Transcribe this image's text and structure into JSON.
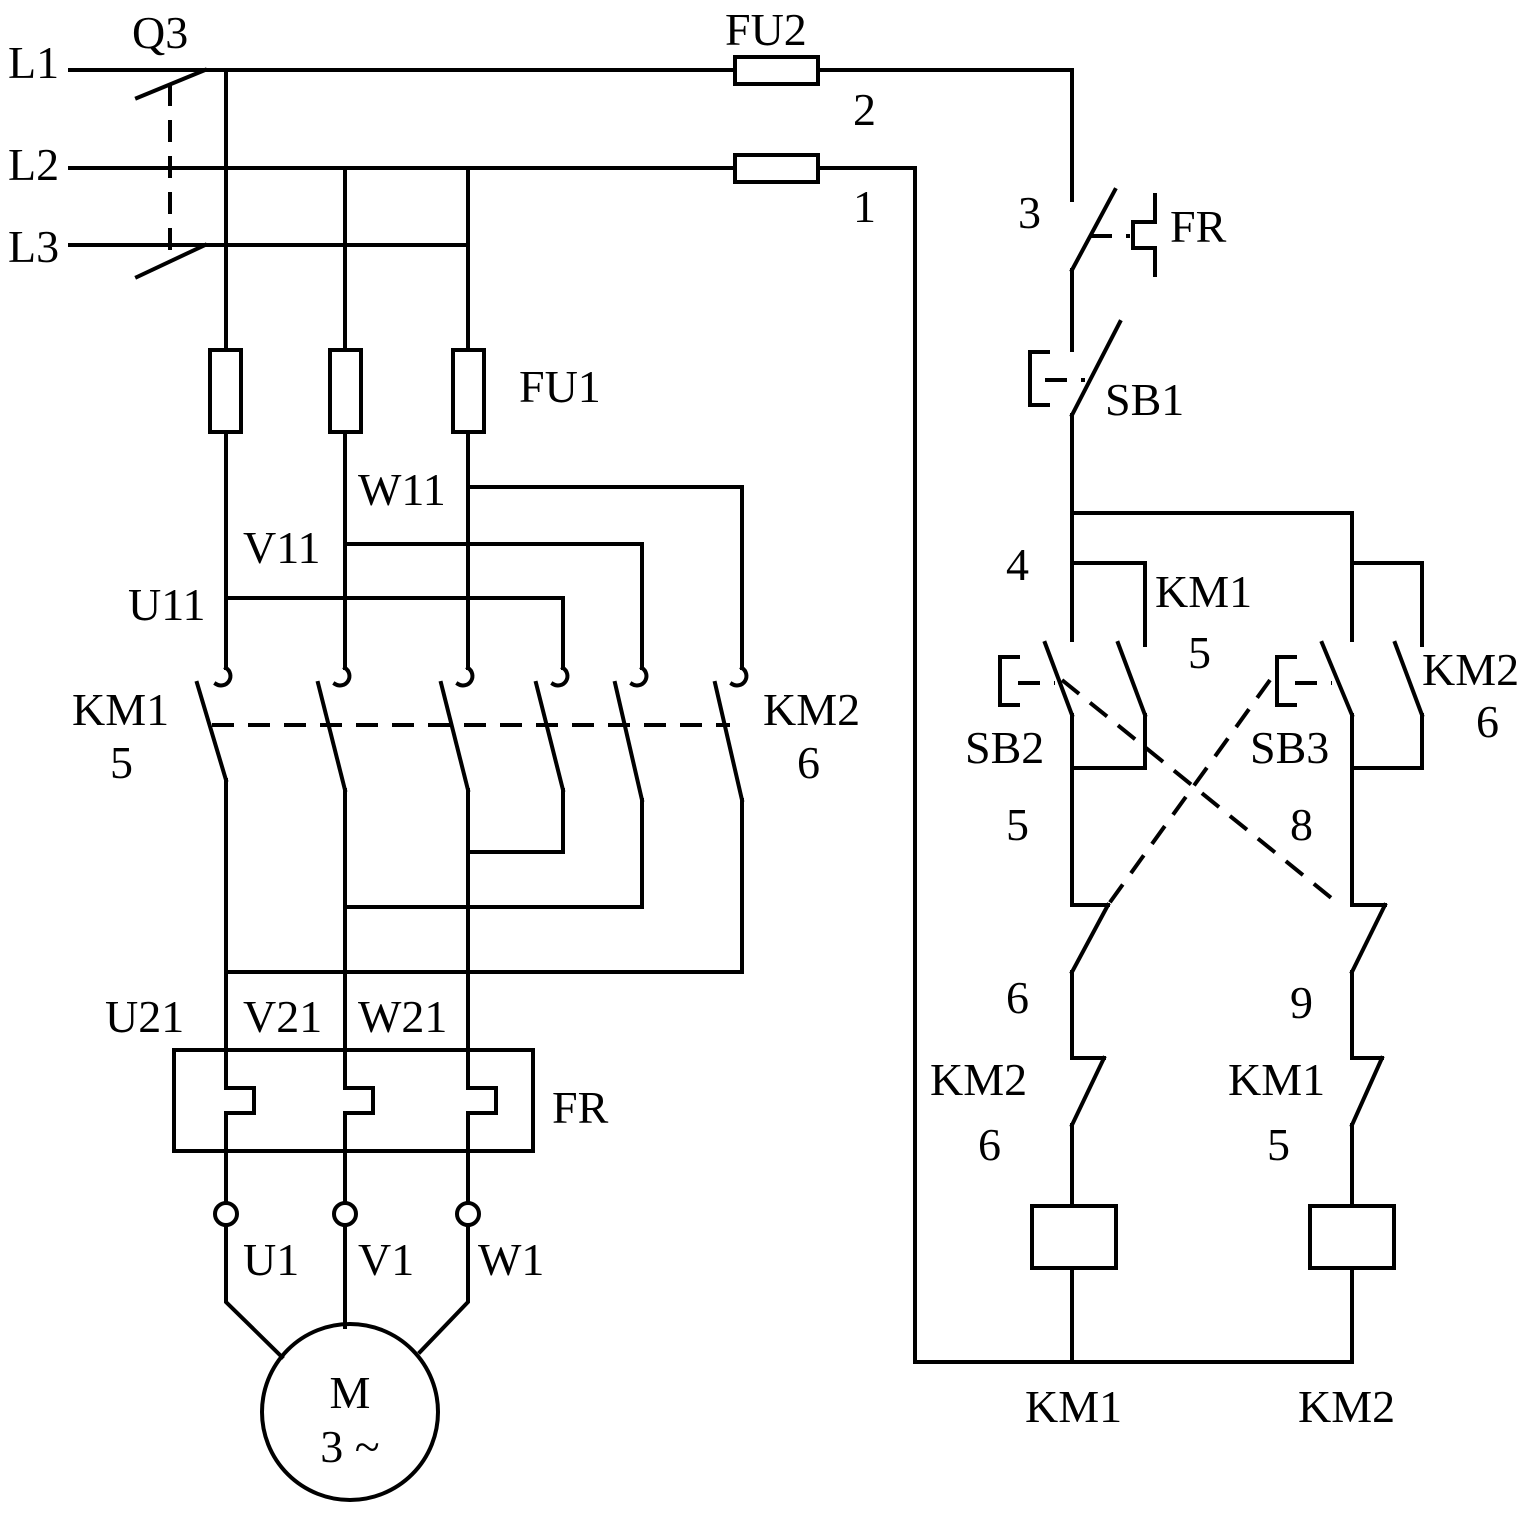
{
  "lines": {
    "l1": "L1",
    "l2": "L2",
    "l3": "L3"
  },
  "switch_q": "Q3",
  "fuse_control": "FU2",
  "fuse_main": "FU1",
  "nodes": {
    "n2": "2",
    "n1": "1",
    "n3": "3",
    "n4": "4",
    "n5": "5",
    "n8": "8",
    "n6": "6",
    "n9": "9"
  },
  "phase_labels": {
    "u11": "U11",
    "v11": "V11",
    "w11": "W11",
    "u21": "U21",
    "v21": "V21",
    "w21": "W21",
    "u1": "U1",
    "v1": "V1",
    "w1": "W1"
  },
  "overload": {
    "fr_main": "FR",
    "fr_ctrl": "FR"
  },
  "contactors": {
    "km1_main": "KM1",
    "km1_main_n": "5",
    "km2_main": "KM2",
    "km2_main_n": "6",
    "km1_aux": "KM1",
    "km1_aux_n": "5",
    "km2_aux": "KM2",
    "km2_aux_n": "6",
    "km2_interlock": "KM2",
    "km2_interlock_n": "6",
    "km1_interlock": "KM1",
    "km1_interlock_n": "5",
    "km1_coil": "KM1",
    "km2_coil": "KM2"
  },
  "buttons": {
    "sb1": "SB1",
    "sb2": "SB2",
    "sb3": "SB3"
  },
  "motor": {
    "symbol": "M",
    "phase": "3 ~"
  }
}
